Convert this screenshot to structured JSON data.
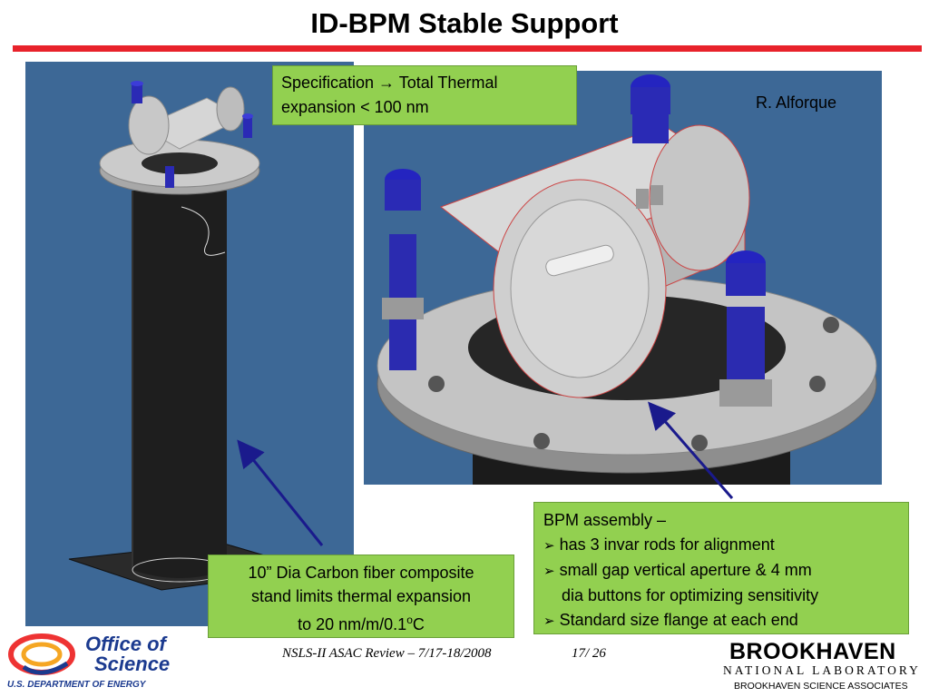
{
  "slide": {
    "title": "ID-BPM Stable Support",
    "author": "R. Alforque"
  },
  "notes": {
    "spec": {
      "line1": "Specification → Total Thermal",
      "line2": "expansion < 100 nm"
    },
    "carbon": {
      "line1": "10” Dia Carbon fiber composite",
      "line2": "stand limits thermal expansion",
      "line3_a": "to 20 nm/m/0.1",
      "line3_sup": "o",
      "line3_b": "C"
    },
    "bpm": {
      "heading": "BPM assembly –",
      "bullet": "➢",
      "items": [
        "has 3 invar rods for alignment",
        "small gap vertical aperture & 4 mm",
        "dia buttons for optimizing sensitivity",
        "Standard size flange at each end"
      ]
    }
  },
  "footer": {
    "review": "NSLS-II ASAC  Review  – 7/17-18/2008",
    "page": "17/ 26",
    "doe_line1": "Office of",
    "doe_line2": "Science",
    "doe_line3": "U.S. DEPARTMENT OF ENERGY",
    "bnl_name": "BROOKHAVEN",
    "bnl_sub": "NATIONAL LABORATORY",
    "bnl_assoc": "BROOKHAVEN SCIENCE ASSOCIATES"
  },
  "colors": {
    "accent_rule": "#e8222b",
    "note_green": "#92d050",
    "render_bg": "#3d6896",
    "arrow": "#1a1a8c"
  }
}
